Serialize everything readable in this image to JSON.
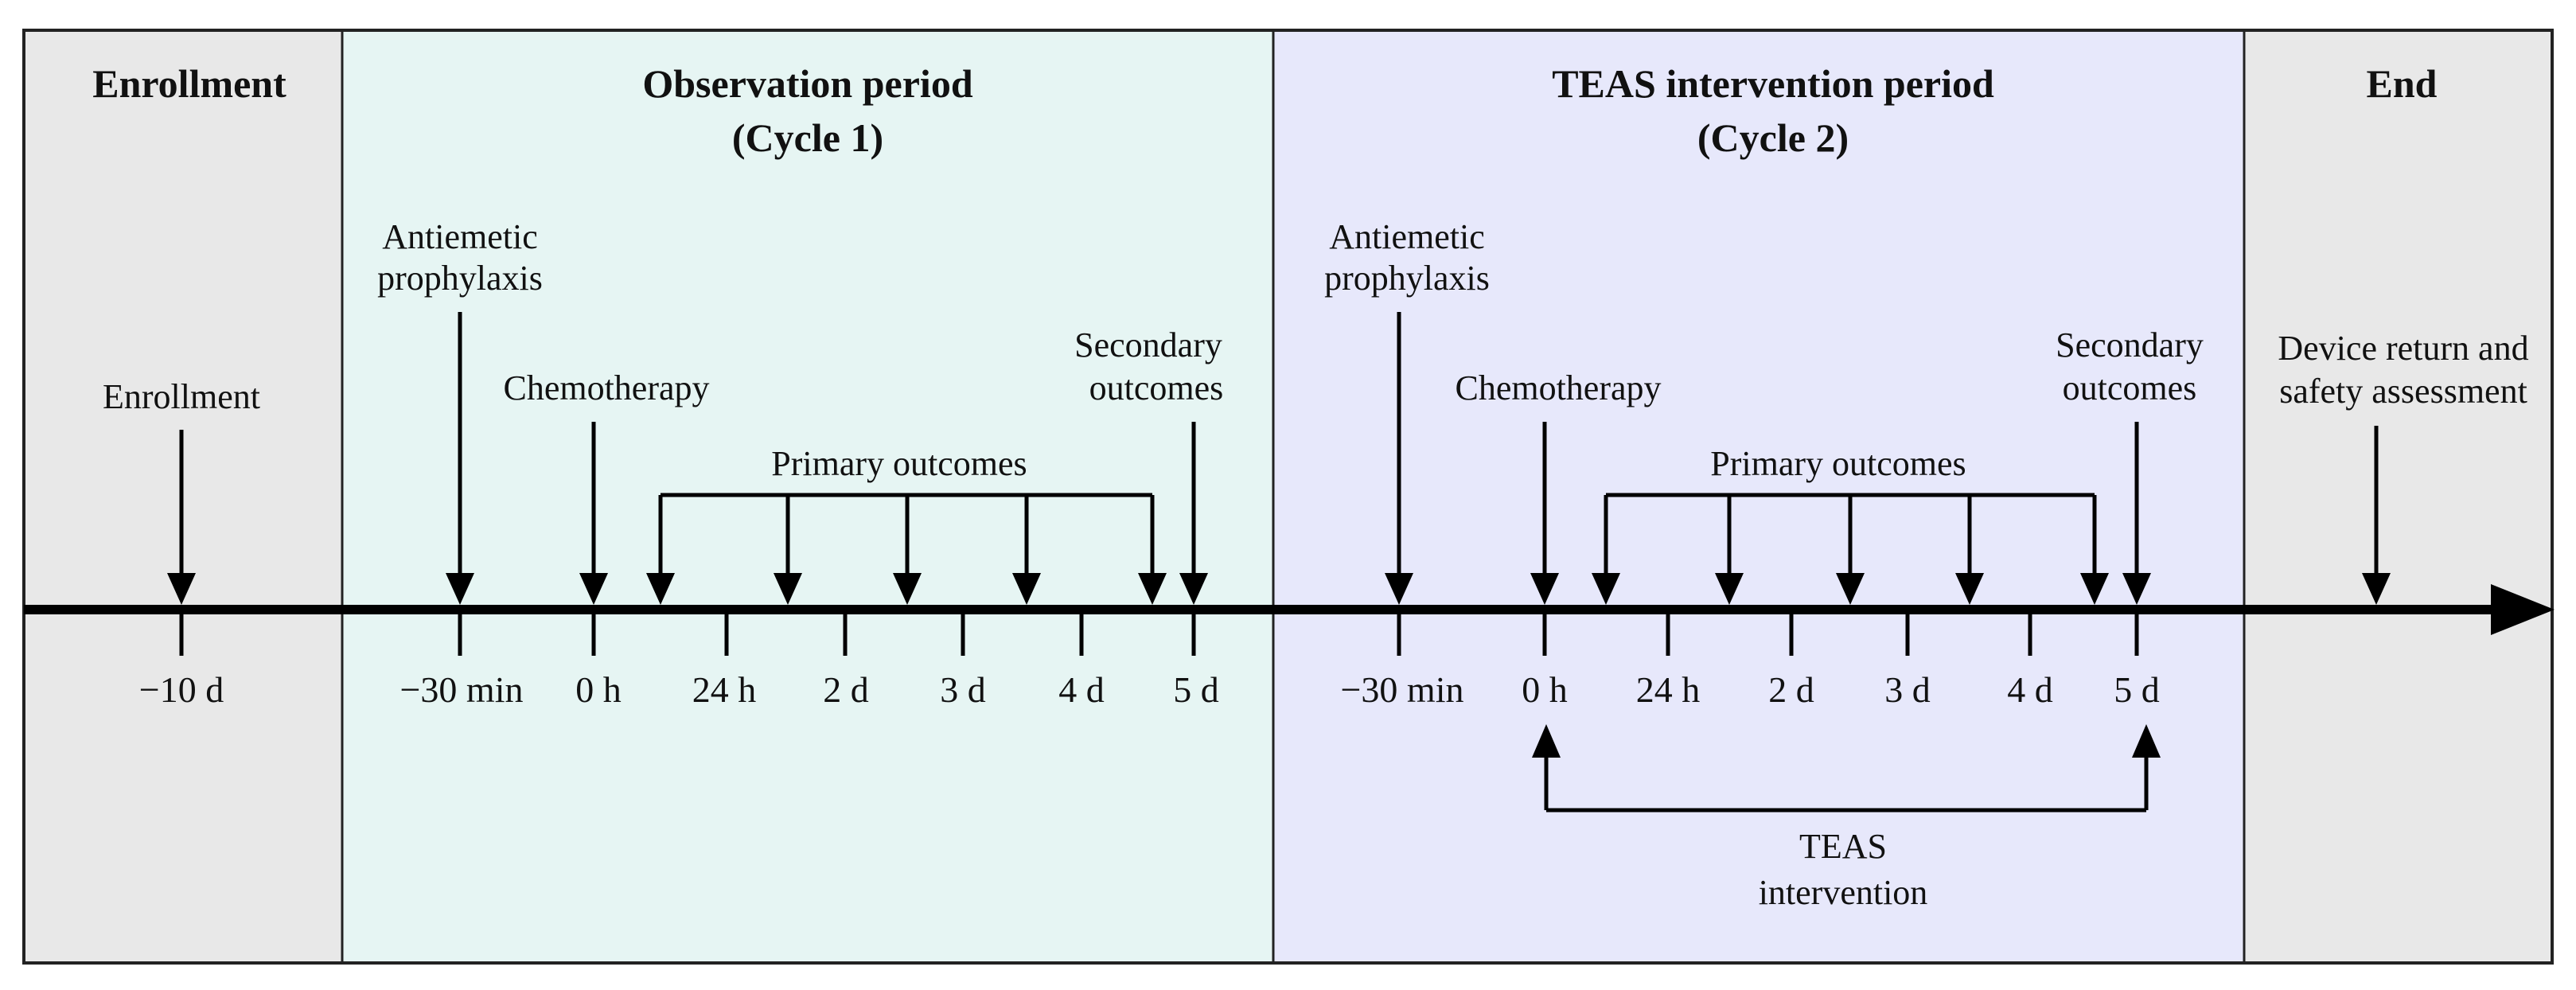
{
  "colors": {
    "enrollment_bg": "#e8e8e8",
    "observation_bg": "#e6f5f3",
    "intervention_bg": "#e7e8fb",
    "end_bg": "#e8e8e8",
    "line": "#000000"
  },
  "panels": {
    "enrollment": {
      "title": "Enrollment"
    },
    "observation": {
      "title_line1": "Observation period",
      "title_line2": "(Cycle 1)"
    },
    "intervention": {
      "title_line1": "TEAS intervention period",
      "title_line2": "(Cycle 2)"
    },
    "end": {
      "title": "End"
    }
  },
  "events": {
    "enrollment": "Enrollment",
    "c1_antiemetic_line1": "Antiemetic",
    "c1_antiemetic_line2": "prophylaxis",
    "c1_chemo": "Chemotherapy",
    "c1_primary": "Primary outcomes",
    "c1_secondary_line1": "Secondary",
    "c1_secondary_line2": "outcomes",
    "c2_antiemetic_line1": "Antiemetic",
    "c2_antiemetic_line2": "prophylaxis",
    "c2_chemo": "Chemotherapy",
    "c2_primary": "Primary outcomes",
    "c2_secondary_line1": "Secondary",
    "c2_secondary_line2": "outcomes",
    "device_line1": "Device return and",
    "device_line2": "safety assessment",
    "teas_line1": "TEAS",
    "teas_line2": "intervention"
  },
  "ticks": {
    "enroll": "−10 d",
    "c1": [
      "−30 min",
      "0 h",
      "24 h",
      "2 d",
      "3 d",
      "4 d",
      "5 d"
    ],
    "c2": [
      "−30 min",
      "0 h",
      "24 h",
      "2 d",
      "3 d",
      "4 d",
      "5 d"
    ]
  }
}
